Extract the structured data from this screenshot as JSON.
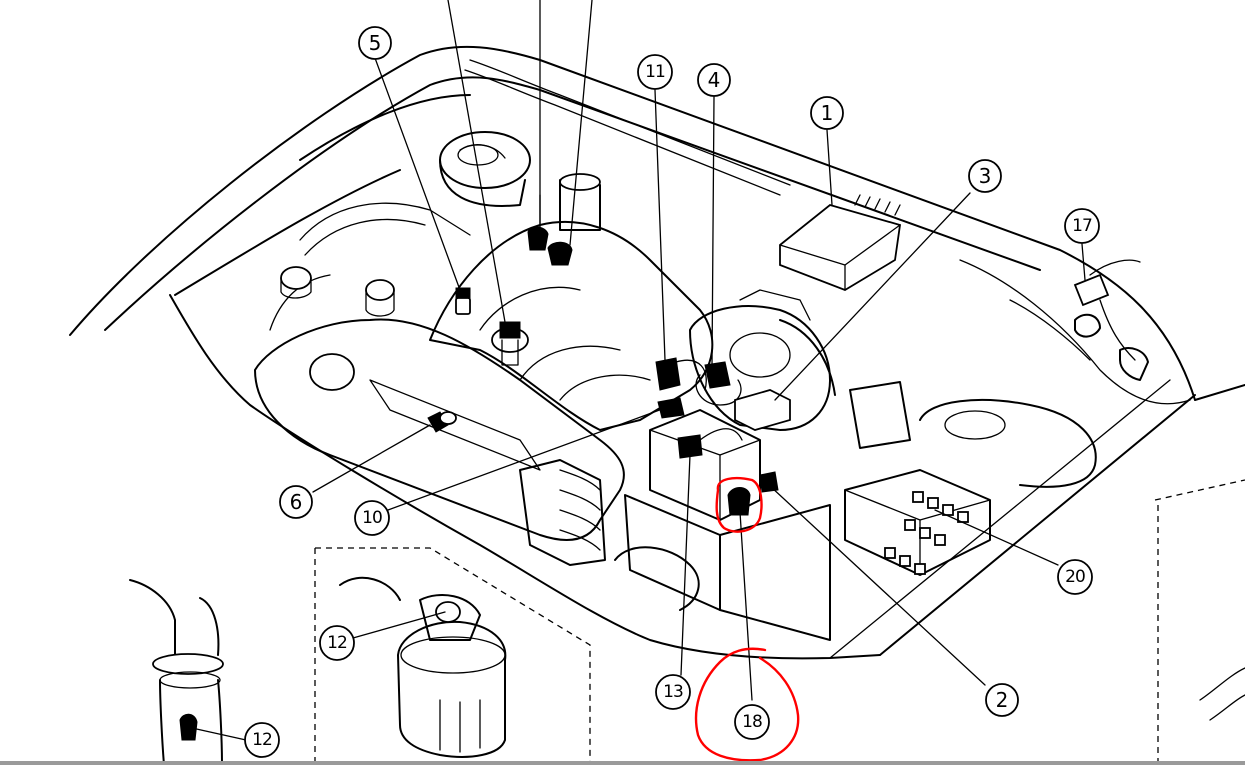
{
  "callouts": [
    {
      "id": "c1",
      "label": "1"
    },
    {
      "id": "c2",
      "label": "2"
    },
    {
      "id": "c3",
      "label": "3"
    },
    {
      "id": "c4",
      "label": "4"
    },
    {
      "id": "c5",
      "label": "5"
    },
    {
      "id": "c6",
      "label": "6"
    },
    {
      "id": "c10",
      "label": "10"
    },
    {
      "id": "c11",
      "label": "11"
    },
    {
      "id": "c12a",
      "label": "12"
    },
    {
      "id": "c12b",
      "label": "12"
    },
    {
      "id": "c13",
      "label": "13"
    },
    {
      "id": "c17",
      "label": "17"
    },
    {
      "id": "c18",
      "label": "18"
    },
    {
      "id": "c20",
      "label": "20"
    }
  ],
  "annotation": {
    "color": "#ff0000",
    "highlighted_callout": "18"
  }
}
